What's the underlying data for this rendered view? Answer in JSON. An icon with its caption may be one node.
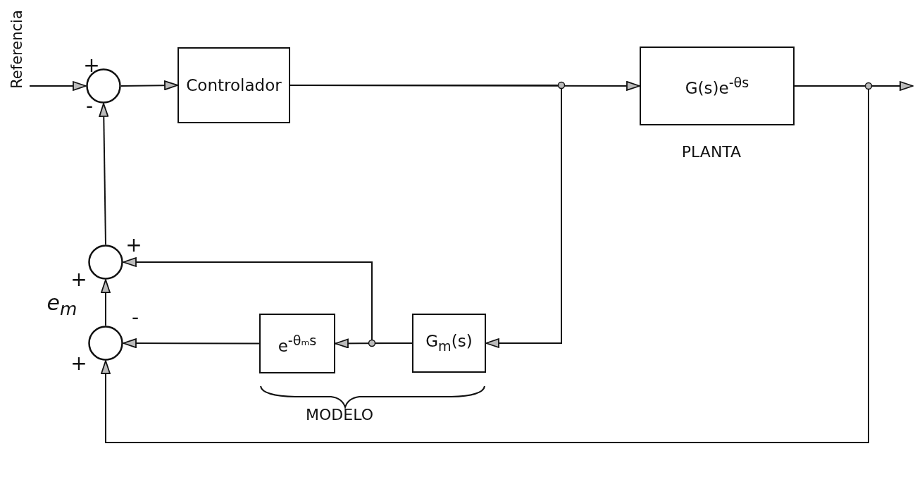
{
  "diagram": {
    "nodes": [
      {
        "text": [
          "Referencia"
        ]
      },
      {
        "text": [],
        "shape": "circle"
      },
      {
        "text": [
          "Controlador"
        ]
      },
      {
        "text": [
          "G(s)e$^{-θs}$"
        ],
        "beside": [
          "PLANTA"
        ]
      },
      {
        "text": [],
        "shape": "circle"
      },
      {
        "text": [],
        "shape": "circle"
      },
      {
        "text": [
          "e$^{-θₘs}$"
        ]
      },
      {
        "text": [
          "G$_{m}$(s)"
        ]
      }
    ],
    "edges": [
      {
        "from": 0,
        "to": 1,
        "arrow": "to"
      },
      {
        "from": 1,
        "to": 2,
        "arrow": "to"
      },
      {
        "from": 2,
        "to": 3,
        "arrow": "to"
      },
      {
        "from": 2,
        "to": 7,
        "arrow": "to"
      },
      {
        "from": 3,
        "to": null,
        "arrow": "to"
      },
      {
        "from": 3,
        "to": 5,
        "arrow": "to"
      },
      {
        "from": 7,
        "to": 6,
        "arrow": "to"
      },
      {
        "from": 7,
        "to": 4,
        "arrow": "to"
      },
      {
        "from": 6,
        "to": 5,
        "arrow": "to"
      },
      {
        "from": 5,
        "to": 4,
        "arrow": "to",
        "label": "e$_{m}$"
      },
      {
        "from": 4,
        "to": 1,
        "arrow": "to"
      }
    ],
    "labels": [
      "+",
      "-",
      "+",
      "+",
      "-",
      "+",
      "MODELO"
    ]
  }
}
